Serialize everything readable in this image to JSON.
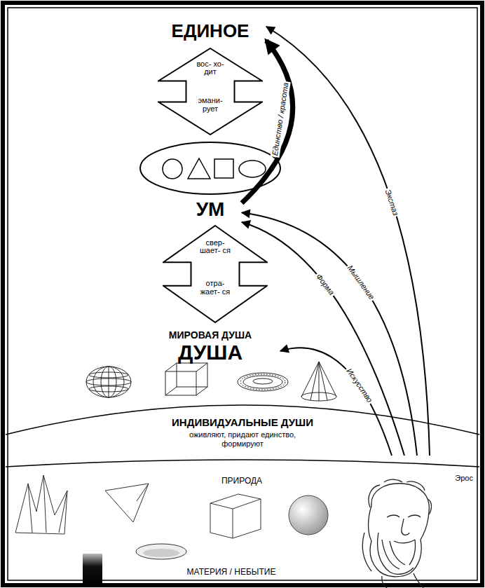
{
  "diagram": {
    "nodes": [
      {
        "text": [
          "ЕДИНОЕ"
        ]
      },
      {
        "text": [
          "вос- хо- дит",
          "эмани- рует"
        ]
      },
      {
        "text": [
          "УМ"
        ]
      },
      {
        "text": [
          "свер- шает- ся",
          "отра- жает- ся"
        ]
      },
      {
        "text": [
          "МИРОВАЯ ДУША",
          "ДУША"
        ]
      },
      {
        "text": [
          "Эрос"
        ]
      }
    ],
    "edges": [
      {
        "from": 5,
        "to": 0,
        "arrow": "to",
        "label": "Экстаз"
      },
      {
        "from": 2,
        "to": 0,
        "arrow": "to",
        "label": "Единство / красота"
      },
      {
        "from": 5,
        "to": 2,
        "arrow": "to",
        "label": "Мышление"
      },
      {
        "from": 5,
        "to": 2,
        "arrow": "to",
        "label": "Форма"
      },
      {
        "from": 5,
        "to": 4,
        "arrow": "to",
        "label": "Искусство"
      }
    ],
    "labels": [
      "ИНДИВИДУАЛЬНЫЕ ДУШИ",
      "оживляют, придают единство, формируют",
      "ПРИРОДА",
      "МАТЕРИЯ / НЕБЫТИЕ"
    ]
  }
}
